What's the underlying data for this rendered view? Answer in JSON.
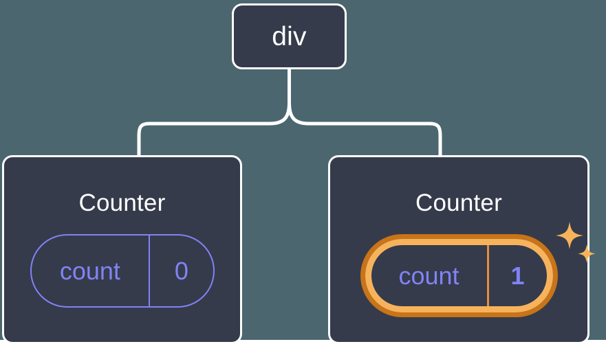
{
  "diagram": {
    "title": "React component tree with highlighted state update",
    "background_color": "#4b666e",
    "node_fill_color": "#353b4b",
    "node_border_color": "#ffffff",
    "state_color": "#8183f5",
    "highlight_outer_color": "#c87418",
    "highlight_inner_color": "#f7b35c",
    "connector_color": "#ffffff"
  },
  "root": {
    "label": "div"
  },
  "children": [
    {
      "title": "Counter",
      "state": {
        "key": "count",
        "value": "0",
        "highlighted": false
      }
    },
    {
      "title": "Counter",
      "state": {
        "key": "count",
        "value": "1",
        "highlighted": true,
        "sparkle_icons": [
          "sparkle-large-icon",
          "sparkle-small-icon"
        ]
      }
    }
  ]
}
